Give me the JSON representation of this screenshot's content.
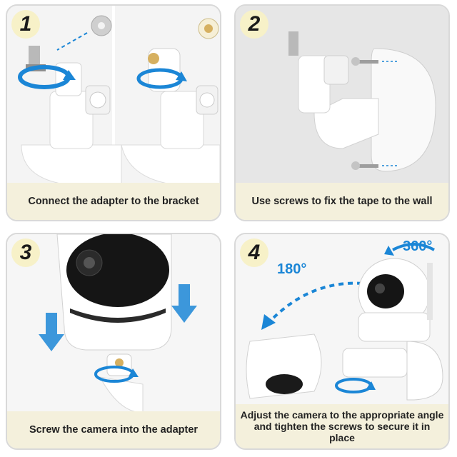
{
  "accent_color": "#1b86d6",
  "panels": [
    {
      "number": "1",
      "caption": "Connect the adapter to the bracket"
    },
    {
      "number": "2",
      "caption": "Use screws to fix the tape to the wall"
    },
    {
      "number": "3",
      "caption": "Screw the camera into the adapter"
    },
    {
      "number": "4",
      "caption": "Adjust the camera to the appropriate angle and tighten the screws to secure it in place"
    }
  ],
  "rotation_labels": {
    "pan": "180°",
    "tilt": "360°"
  },
  "icons": [
    "rotate-arrow-icon",
    "down-arrow-icon",
    "curved-arrow-icon"
  ]
}
